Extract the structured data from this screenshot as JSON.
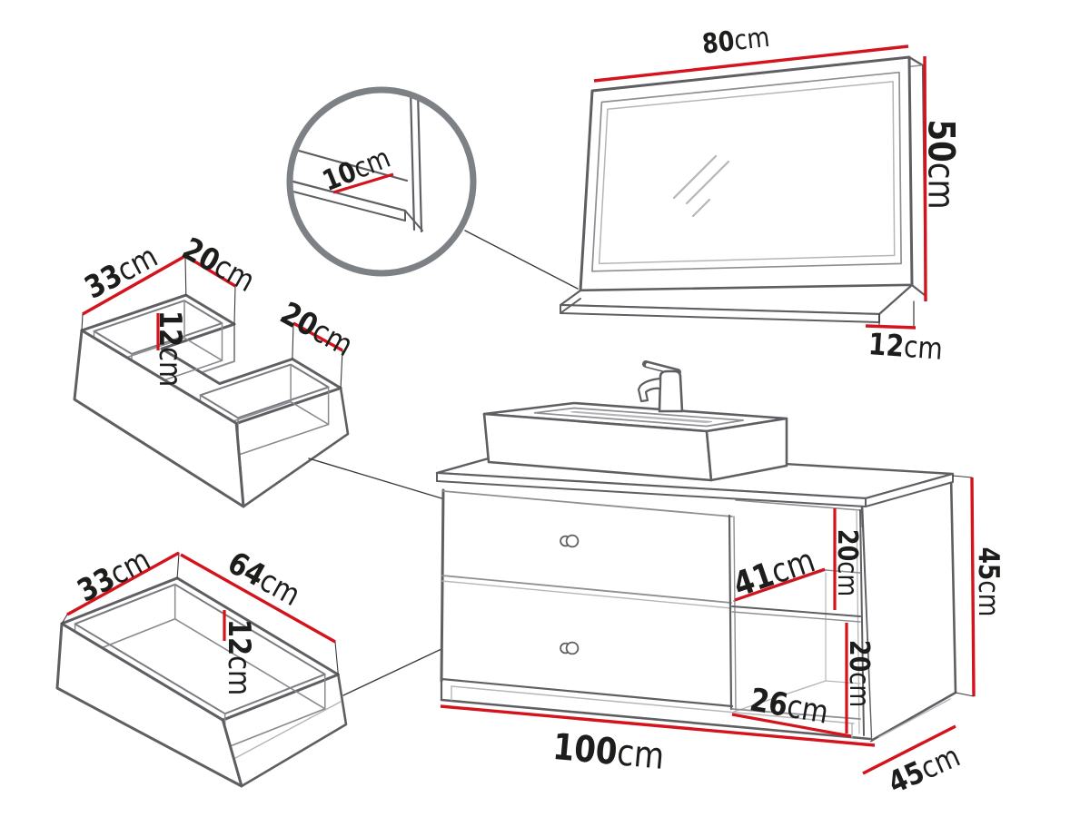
{
  "colors": {
    "dimension_red": "#d4131c",
    "outline_gray": "#5f5f63",
    "inner_gray": "#8f8f93",
    "light_gray": "#b6b6b9",
    "label_text": "#1d1d1b",
    "background": "#ffffff",
    "detail_ring_gray": "#7d8084"
  },
  "unit": "cm",
  "parts": {
    "mirror": {
      "width_cm": 80,
      "height_cm": 50,
      "shelf_depth_cm": 12,
      "shelf_detail_depth_cm": 10
    },
    "top_drawer_organizer": {
      "depth_cm": 33,
      "left_section_width_cm": 20,
      "right_section_width_cm": 20,
      "height_cm": 12
    },
    "bottom_drawer": {
      "depth_cm": 33,
      "width_cm": 64,
      "height_cm": 12
    },
    "cabinet": {
      "width_cm": 100,
      "depth_cm": 45,
      "height_cm": 45,
      "niche_depth_cm": 41,
      "niche_width_cm": 26,
      "niche_upper_height_cm": 20,
      "niche_lower_height_cm": 20
    }
  },
  "labels": {
    "mirror_width": {
      "value": "80",
      "unit": "cm"
    },
    "mirror_height": {
      "value": "50",
      "unit": "cm"
    },
    "mirror_shelf_depth": {
      "value": "12",
      "unit": "cm"
    },
    "detail_shelf_depth": {
      "value": "10",
      "unit": "cm"
    },
    "organizer_depth": {
      "value": "33",
      "unit": "cm"
    },
    "organizer_left_width": {
      "value": "20",
      "unit": "cm"
    },
    "organizer_right_width": {
      "value": "20",
      "unit": "cm"
    },
    "organizer_height": {
      "value": "12",
      "unit": "cm"
    },
    "drawer_depth": {
      "value": "33",
      "unit": "cm"
    },
    "drawer_width": {
      "value": "64",
      "unit": "cm"
    },
    "drawer_height": {
      "value": "12",
      "unit": "cm"
    },
    "niche_depth": {
      "value": "41",
      "unit": "cm"
    },
    "niche_upper_height": {
      "value": "20",
      "unit": "cm"
    },
    "niche_lower_height": {
      "value": "20",
      "unit": "cm"
    },
    "niche_width": {
      "value": "26",
      "unit": "cm"
    },
    "cabinet_width": {
      "value": "100",
      "unit": "cm"
    },
    "cabinet_depth": {
      "value": "45",
      "unit": "cm"
    },
    "cabinet_height": {
      "value": "45",
      "unit": "cm"
    }
  }
}
